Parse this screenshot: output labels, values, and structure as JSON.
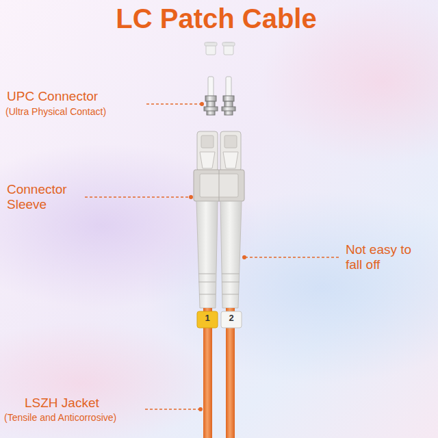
{
  "diagram": {
    "title": "LC Patch Cable",
    "labels": [
      "UPC Connector",
      "(Ultra Physical Contact)",
      "Connector Sleeve",
      "Not easy to fall off",
      "LSZH Jacket",
      "(Tensile and Anticorrosive)",
      "1",
      "2"
    ]
  }
}
